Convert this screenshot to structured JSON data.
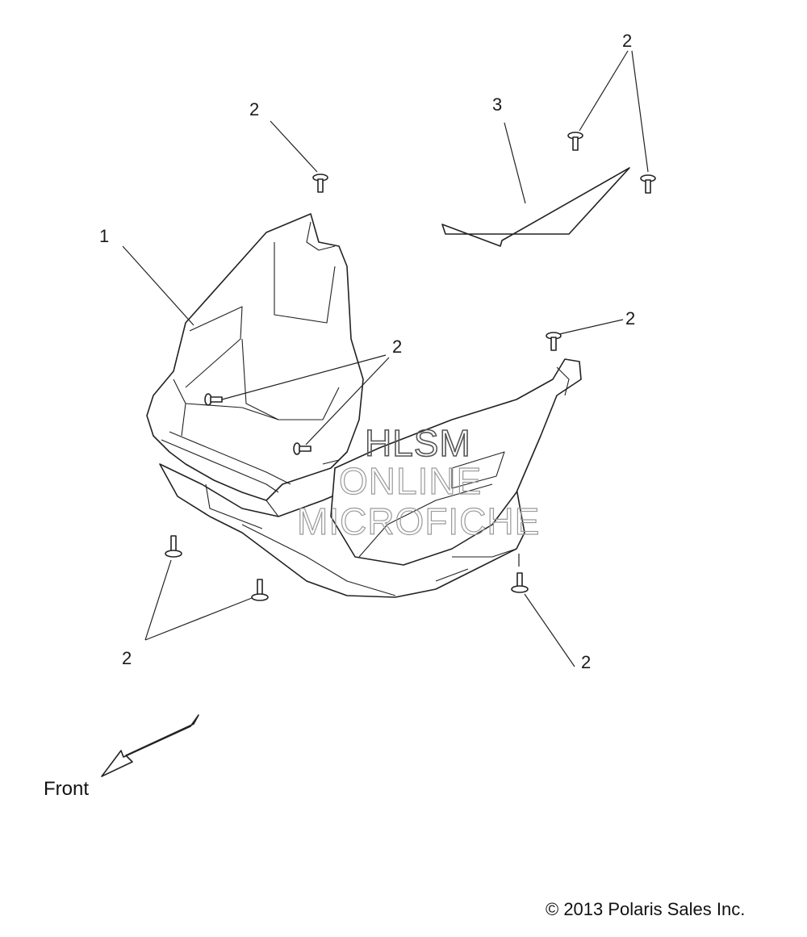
{
  "callouts": {
    "part1": "1",
    "part2": "2",
    "part3": "3"
  },
  "front_label": "Front",
  "copyright": "© 2013 Polaris Sales Inc.",
  "watermark": {
    "line1": "HLSM",
    "line2": "ONLINE",
    "line3": "MICROFICHE"
  }
}
